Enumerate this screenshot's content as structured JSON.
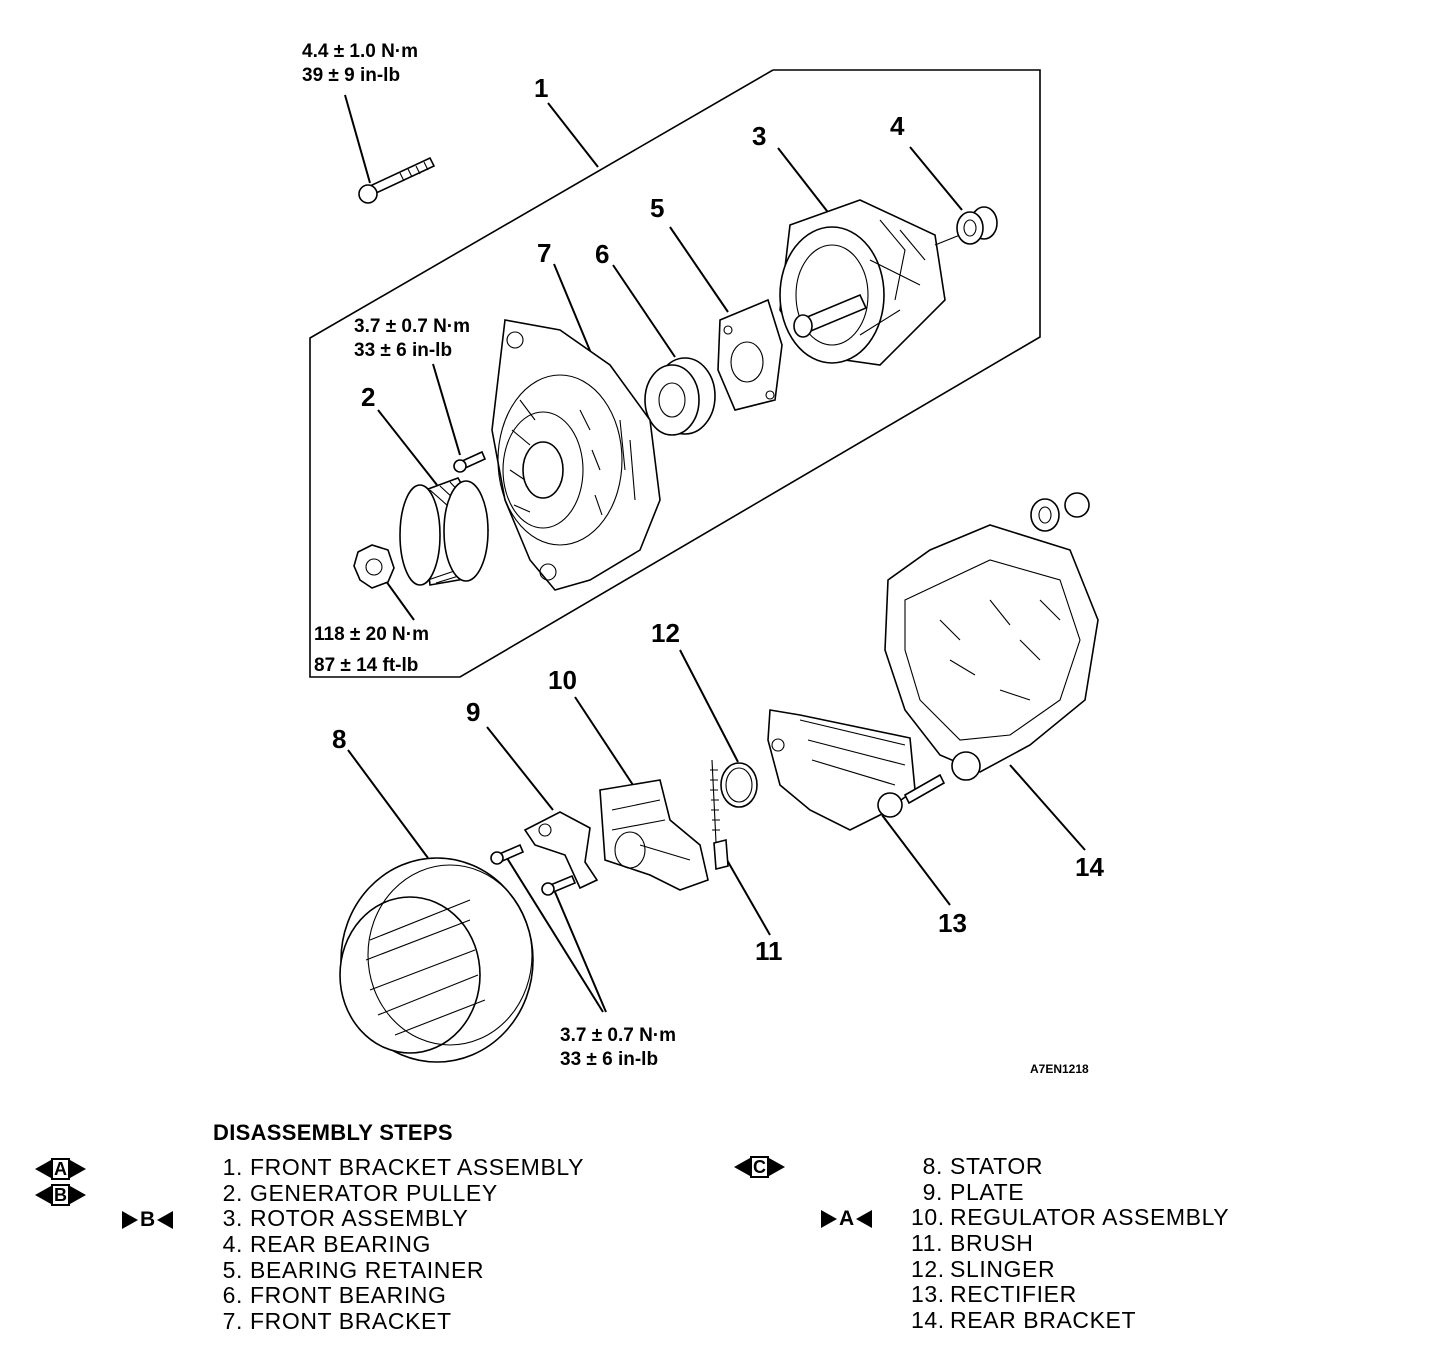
{
  "figure_code": "A7EN1218",
  "callouts": [
    "1",
    "2",
    "3",
    "4",
    "5",
    "6",
    "7",
    "8",
    "9",
    "10",
    "11",
    "12",
    "13",
    "14"
  ],
  "torques": {
    "top_bolt": [
      "4.4 ± 1.0 N·m",
      "39 ± 9 in-lb"
    ],
    "front_bracket_screw": [
      "3.7 ± 0.7 N·m",
      "33 ± 6 in-lb"
    ],
    "pulley_nut": [
      "118 ± 20 N·m",
      "87 ± 14 ft-lb"
    ],
    "plate_screws": [
      "3.7 ± 0.7 N·m",
      "33 ± 6 in-lb"
    ]
  },
  "steps": {
    "title": "DISASSEMBLY STEPS",
    "left": [
      {
        "num": "1.",
        "label": "FRONT BRACKET ASSEMBLY"
      },
      {
        "num": "2.",
        "label": "GENERATOR PULLEY"
      },
      {
        "num": "3.",
        "label": "ROTOR ASSEMBLY"
      },
      {
        "num": "4.",
        "label": "REAR BEARING"
      },
      {
        "num": "5.",
        "label": "BEARING RETAINER"
      },
      {
        "num": "6.",
        "label": "FRONT BEARING"
      },
      {
        "num": "7.",
        "label": "FRONT BRACKET"
      }
    ],
    "right": [
      {
        "num": "8.",
        "label": "STATOR"
      },
      {
        "num": "9.",
        "label": "PLATE"
      },
      {
        "num": "10.",
        "label": "REGULATOR ASSEMBLY"
      },
      {
        "num": "11.",
        "label": "BRUSH"
      },
      {
        "num": "12.",
        "label": "SLINGER"
      },
      {
        "num": "13.",
        "label": "RECTIFIER"
      },
      {
        "num": "14.",
        "label": "REAR BRACKET"
      }
    ]
  },
  "markers": {
    "step1": "A",
    "step2": "B",
    "step3": "B",
    "step8": "C",
    "step10": "A"
  }
}
